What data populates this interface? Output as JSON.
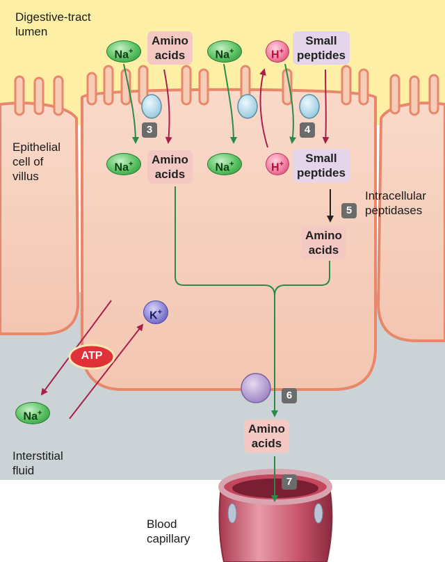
{
  "labels": {
    "lumen": "Digestive-tract\nlumen",
    "epithelial": "Epithelial\ncell of\nvillus",
    "intracellular": "Intracellular\npeptidases",
    "interstitial": "Interstitial\nfluid",
    "blood": "Blood\ncapillary"
  },
  "molecules": {
    "na": "Na",
    "h": "H",
    "k": "K",
    "plus": "+",
    "amino_acids": "Amino\nacids",
    "small_peptides": "Small\npeptides",
    "atp": "ATP"
  },
  "steps": [
    "3",
    "4",
    "5",
    "6",
    "7"
  ],
  "colors": {
    "lumen": "#fdf0a6",
    "cell": "#f7d2c0",
    "interstitial": "#cbd3d6",
    "membrane": "#e8876a",
    "green_arrow": "#2a8a48",
    "red_arrow": "#a8204a"
  }
}
